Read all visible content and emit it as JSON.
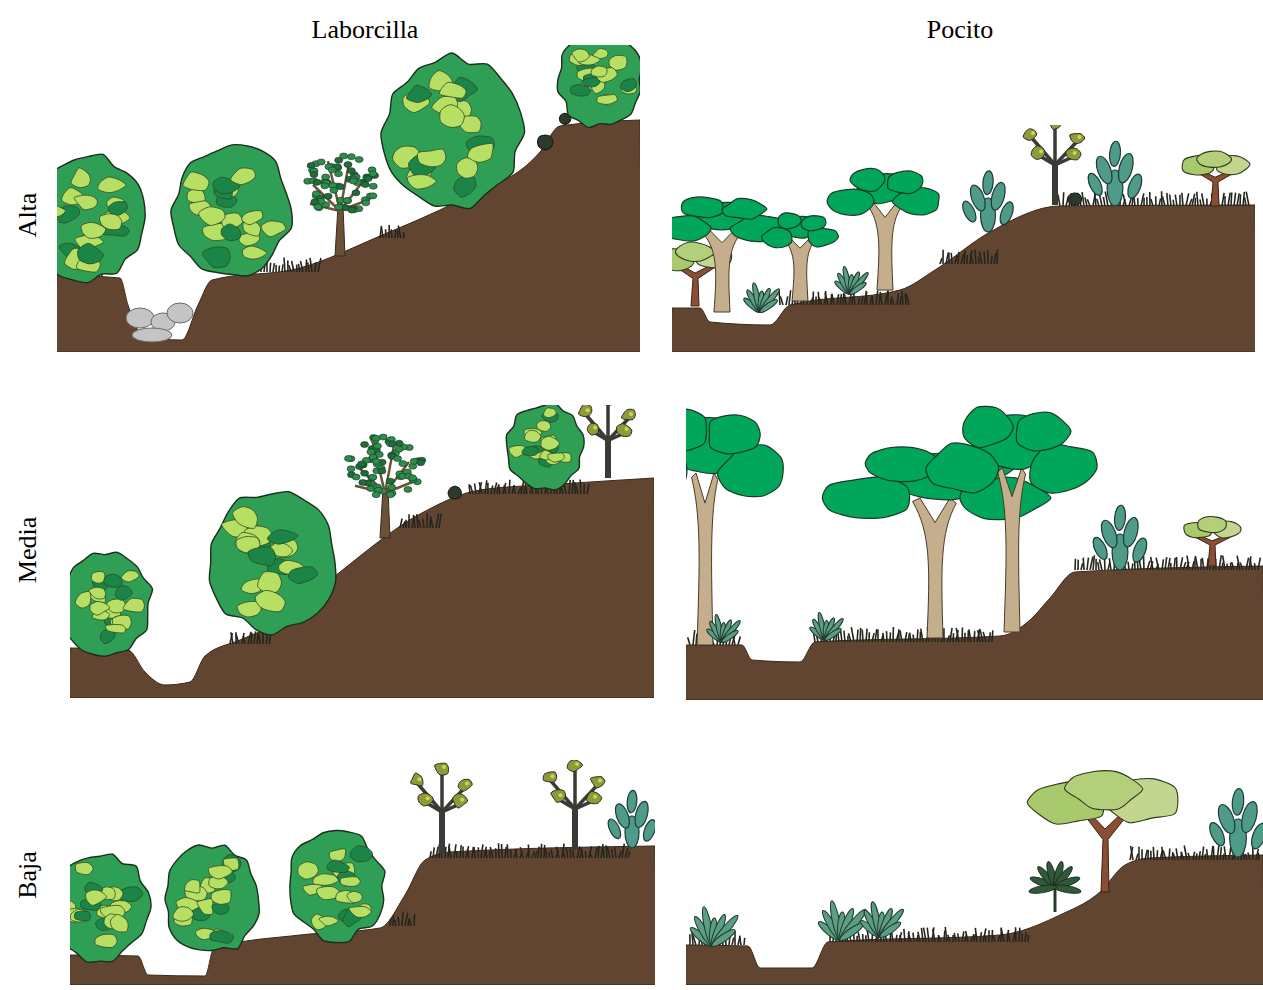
{
  "diagram": {
    "labels": [
      "Laborcilla",
      "Pocito",
      "Alta",
      "Media",
      "Baja"
    ]
  }
}
